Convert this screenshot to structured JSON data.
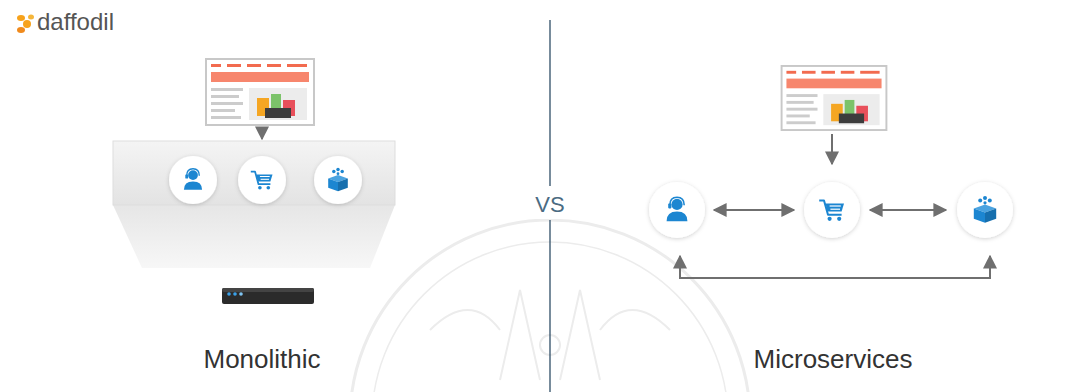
{
  "diagram": {
    "labels": [
      "daffodil",
      "VS",
      "Monolithic",
      "Microservices"
    ]
  }
}
